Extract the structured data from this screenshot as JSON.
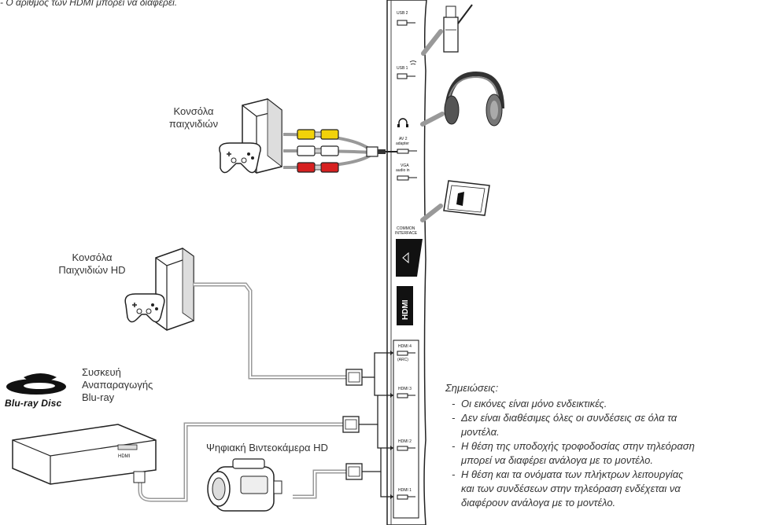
{
  "top_note": "- Ο αριθμός των HDMI μπορεί να διαφέρει.",
  "devices": {
    "game_console": [
      "Κονσόλα",
      "παιχνιδιών"
    ],
    "hd_console": [
      "Κονσόλα",
      "Παιχνιδιών HD"
    ],
    "bluray_player": [
      "Συσκευή",
      "Αναπαραγωγής",
      "Blu-ray"
    ],
    "camcorder": "Ψηφιακή Βιντεοκάμερα HD",
    "bluray_logo_text": "Blu-ray Disc",
    "player_hdmi_label": "HDMI"
  },
  "ports": {
    "usb2": "USB 2",
    "usb1": "USB 1",
    "av_adapter": [
      "AV 2",
      "adapter"
    ],
    "vga_audio": [
      "VGA",
      "audio in"
    ],
    "common_interface": [
      "COMMON",
      "INTERFACE"
    ],
    "hdmi_logo": "HDMI",
    "hdmi4": [
      "HDMI 4",
      "(ARC)"
    ],
    "hdmi3": "HDMI 3",
    "hdmi2": "HDMI 2",
    "hdmi1": "HDMI 1"
  },
  "notes": {
    "title": "Σημειώσεις:",
    "items": [
      "Οι εικόνες είναι μόνο ενδεικτικές.",
      "Δεν είναι διαθέσιμες όλες οι συνδέσεις σε όλα τα",
      "μοντέλα.",
      "Η θέση της υποδοχής τροφοδοσίας στην τηλεόραση",
      "μπορεί να διαφέρει ανάλογα με το μοντέλο.",
      "Η θέση και τα ονόματα των πλήκτρων λειτουργίας",
      "και των συνδέσεων στην τηλεόραση ενδέχεται να",
      "διαφέρουν ανάλογα με το μοντέλο."
    ]
  },
  "colors": {
    "cable_yellow": "#f2d20a",
    "cable_white": "#ffffff",
    "cable_red": "#d62020",
    "panel": "#ffffff",
    "outline": "#222222",
    "cable_gray": "#9a9a9a"
  }
}
